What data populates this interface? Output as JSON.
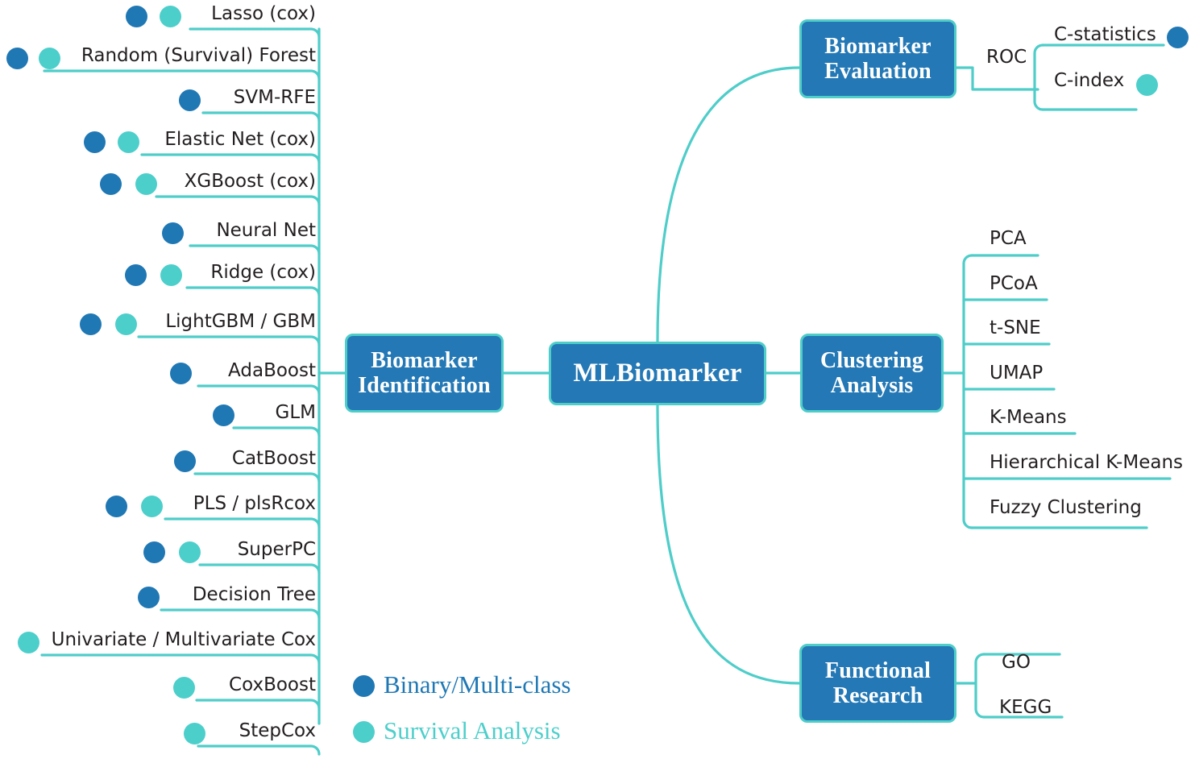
{
  "diagram": {
    "title": "MLBiomarker",
    "colors": {
      "node_fill": "#2378b5",
      "node_border": "#4ecdc9",
      "wire": "#4ecdc9",
      "dot_binary": "#1f78b4",
      "dot_survival": "#4ccfcb",
      "text": "#231f20"
    }
  },
  "center": {
    "label": "MLBiomarker"
  },
  "branches": {
    "identification": {
      "label": "Biomarker\nIdentification",
      "line1": "Biomarker",
      "line2": "Identification"
    },
    "evaluation": {
      "label": "Biomarker\nEvaluation",
      "line1": "Biomarker",
      "line2": "Evaluation"
    },
    "clustering": {
      "label": "Clustering\nAnalysis",
      "line1": "Clustering",
      "line2": "Analysis"
    },
    "functional": {
      "label": "Functional\nResearch",
      "line1": "Functional",
      "line2": "Research"
    }
  },
  "identification_items": [
    {
      "label": "Lasso (cox)",
      "binary": true,
      "survival": true
    },
    {
      "label": "Random (Survival) Forest",
      "binary": true,
      "survival": true
    },
    {
      "label": "SVM-RFE",
      "binary": true,
      "survival": false
    },
    {
      "label": "Elastic Net (cox)",
      "binary": true,
      "survival": true
    },
    {
      "label": "XGBoost (cox)",
      "binary": true,
      "survival": true
    },
    {
      "label": "Neural Net",
      "binary": true,
      "survival": false
    },
    {
      "label": "Ridge (cox)",
      "binary": true,
      "survival": true
    },
    {
      "label": "LightGBM / GBM",
      "binary": true,
      "survival": true
    },
    {
      "label": "AdaBoost",
      "binary": true,
      "survival": false
    },
    {
      "label": "GLM",
      "binary": true,
      "survival": false
    },
    {
      "label": "CatBoost",
      "binary": true,
      "survival": false
    },
    {
      "label": "PLS / plsRcox",
      "binary": true,
      "survival": true
    },
    {
      "label": "SuperPC",
      "binary": true,
      "survival": true
    },
    {
      "label": "Decision Tree",
      "binary": true,
      "survival": false
    },
    {
      "label": "Univariate / Multivariate Cox",
      "binary": false,
      "survival": true
    },
    {
      "label": "CoxBoost",
      "binary": false,
      "survival": true
    },
    {
      "label": "StepCox",
      "binary": false,
      "survival": true
    }
  ],
  "evaluation_items": {
    "roc_label": "ROC",
    "metrics": [
      {
        "label": "C-statistics",
        "binary": true,
        "survival": false
      },
      {
        "label": "C-index",
        "binary": false,
        "survival": true
      }
    ]
  },
  "clustering_items": [
    {
      "label": "PCA"
    },
    {
      "label": "PCoA"
    },
    {
      "label": "t-SNE"
    },
    {
      "label": "UMAP"
    },
    {
      "label": "K-Means"
    },
    {
      "label": "Hierarchical K-Means"
    },
    {
      "label": "Fuzzy Clustering"
    }
  ],
  "functional_items": [
    {
      "label": "GO"
    },
    {
      "label": "KEGG"
    }
  ],
  "legend": [
    {
      "label": "Binary/Multi-class",
      "color_key": "dot_binary"
    },
    {
      "label": "Survival Analysis",
      "color_key": "dot_survival"
    }
  ]
}
